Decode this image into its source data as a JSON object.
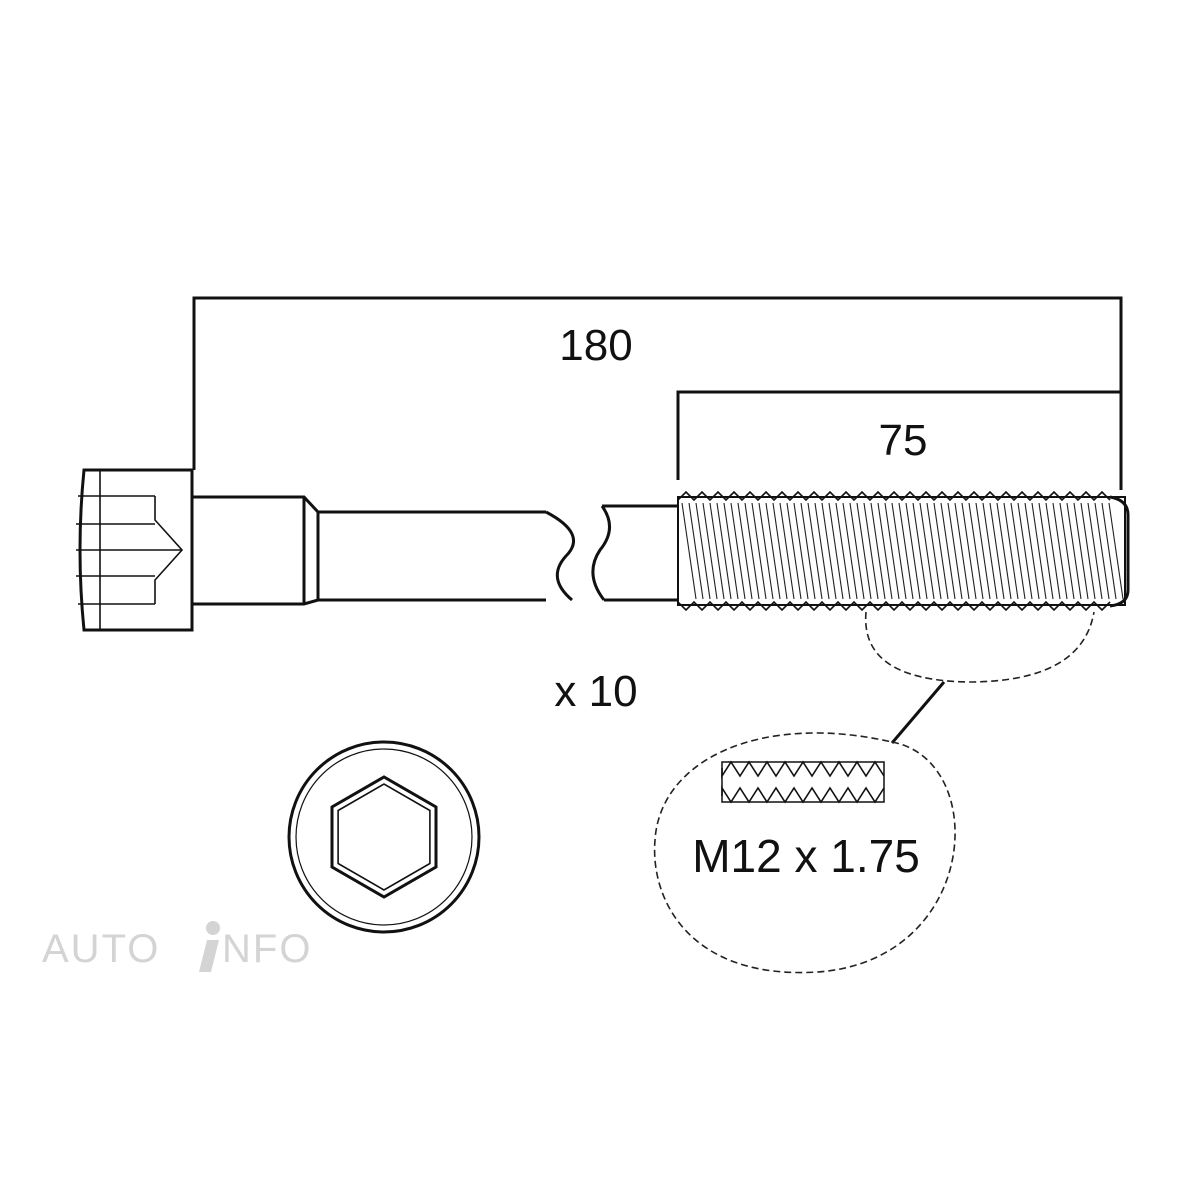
{
  "dimensions": {
    "overall_length": "180",
    "thread_length": "75"
  },
  "quantity": "x 10",
  "thread_spec": "M12 x 1.75",
  "watermark": {
    "left": "AUTO",
    "right": "NFO"
  },
  "colors": {
    "line": "#111111",
    "watermark": "#d4d4d4",
    "background": "#ffffff"
  }
}
